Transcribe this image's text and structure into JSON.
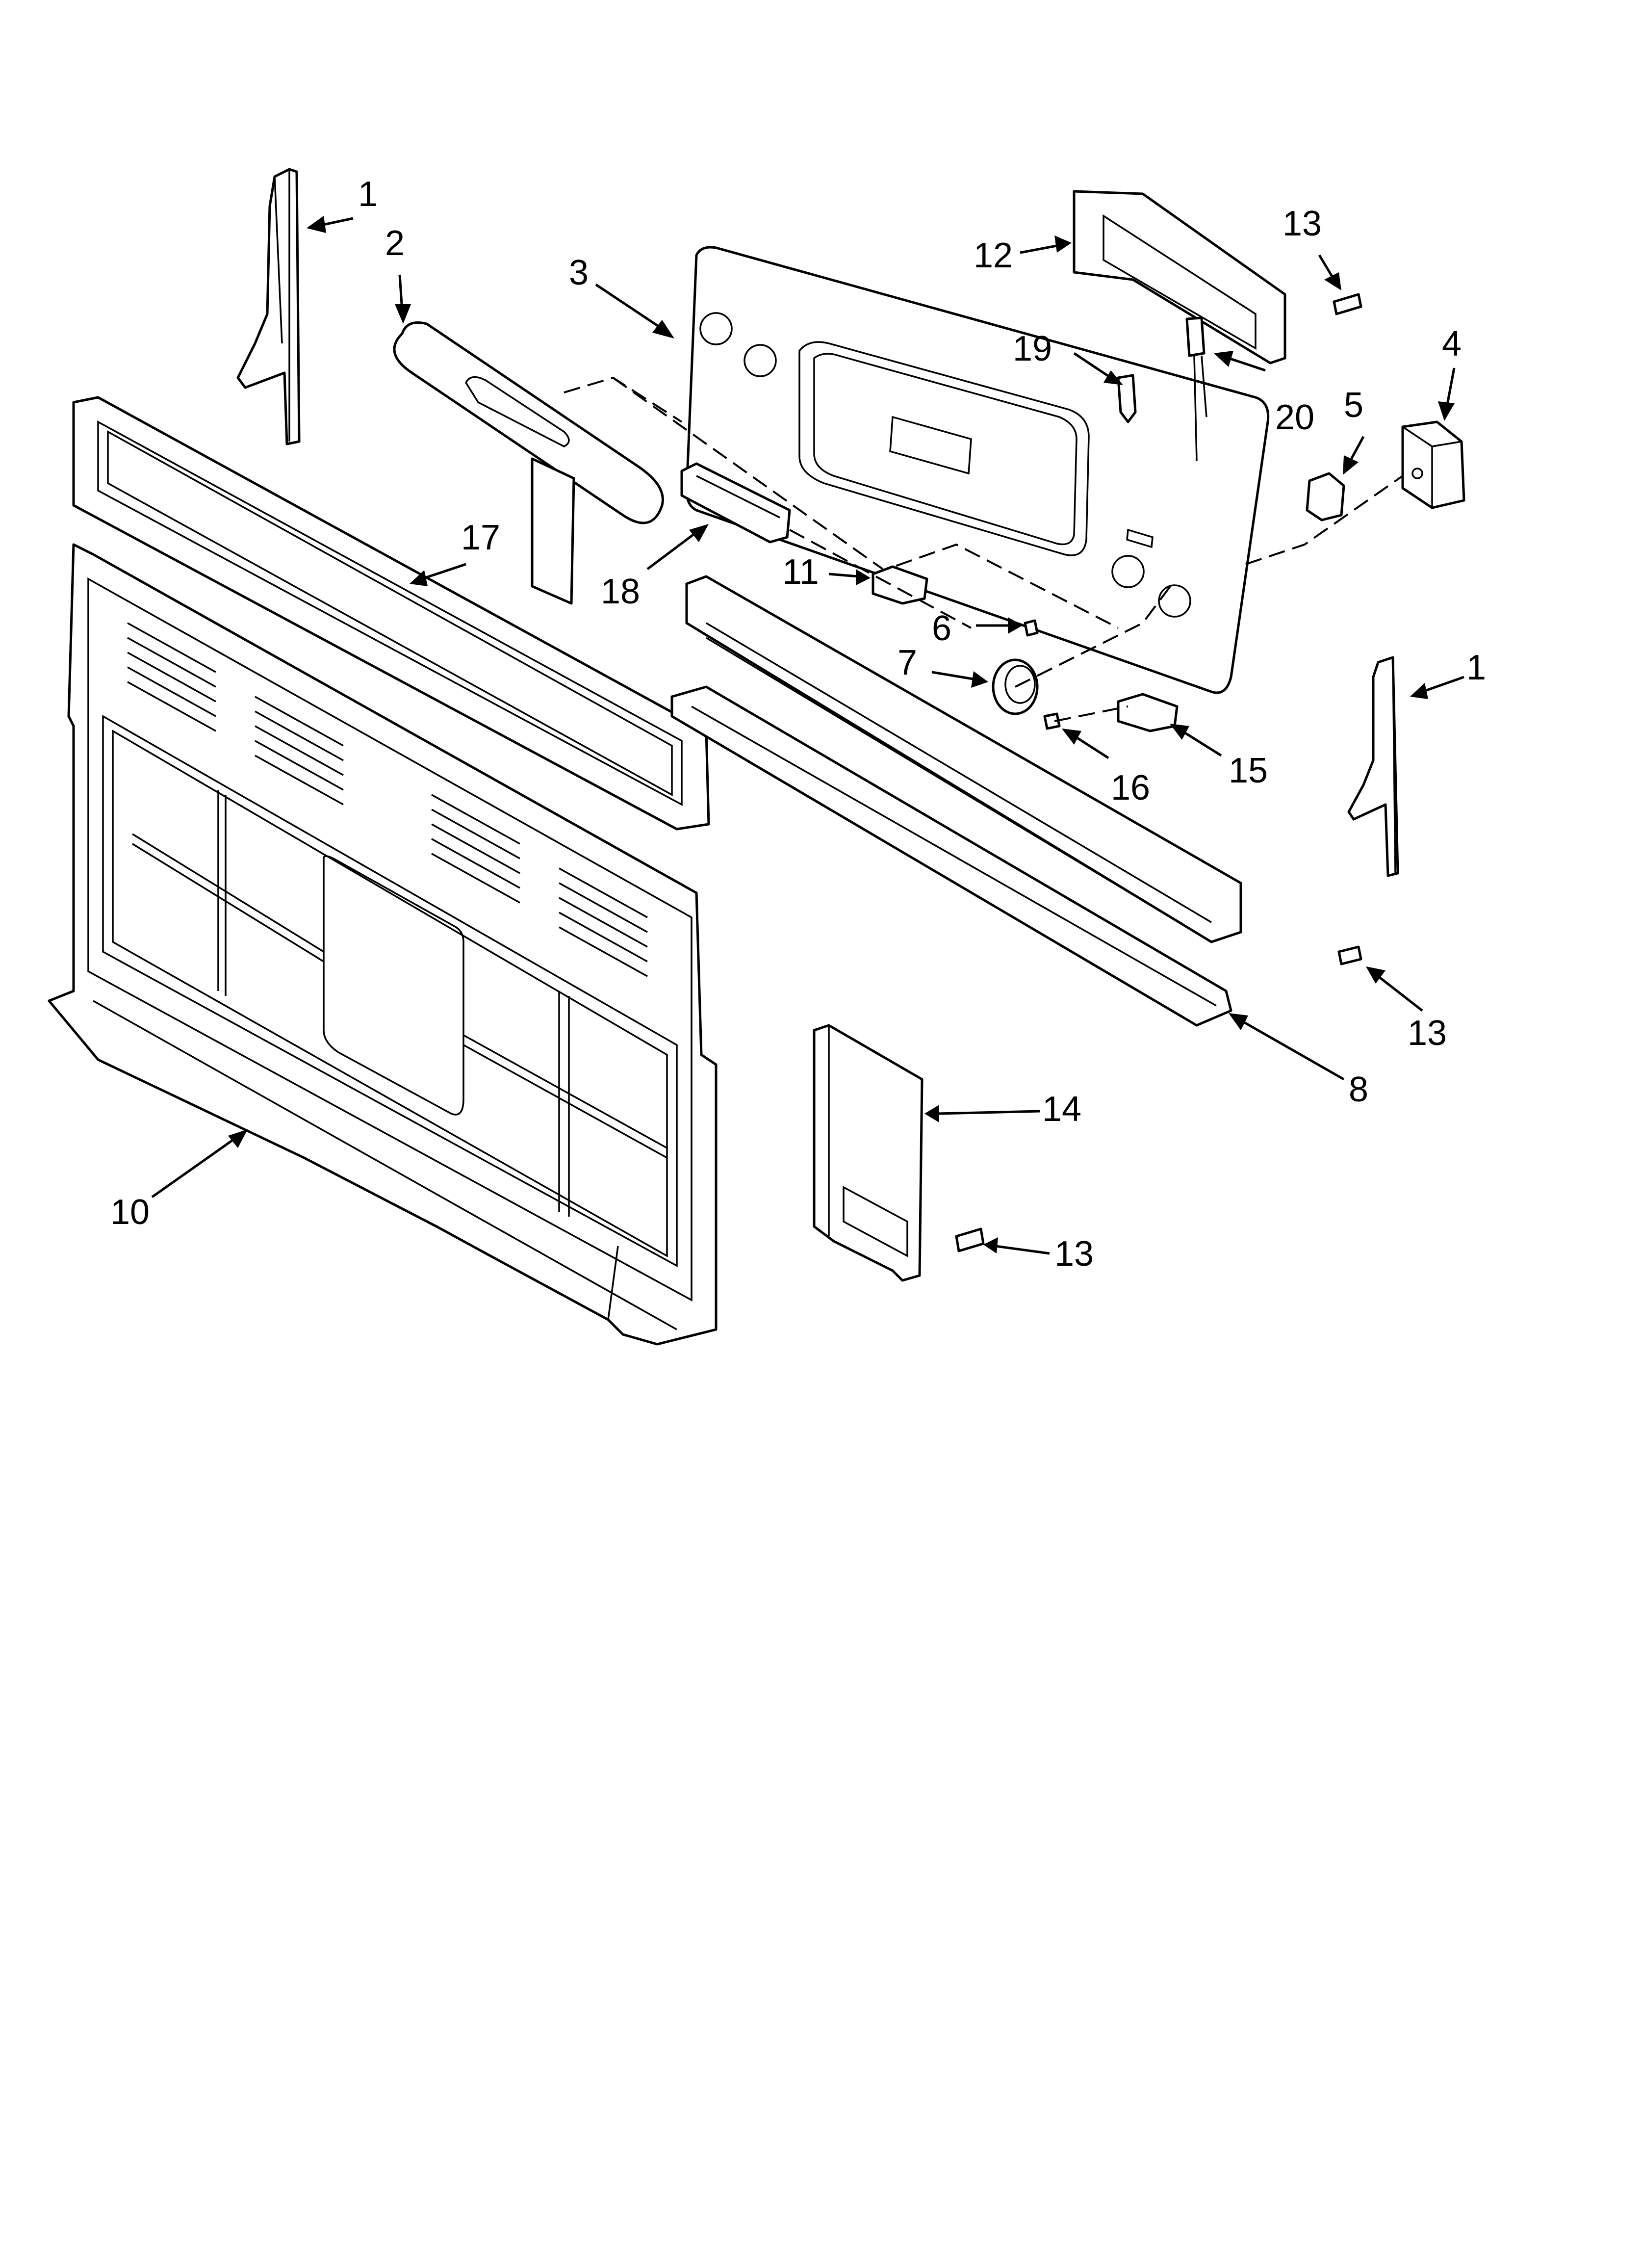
{
  "diagram": {
    "type": "exploded parts diagram",
    "callouts": [
      {
        "id": "c1a",
        "text": "1"
      },
      {
        "id": "c2",
        "text": "2"
      },
      {
        "id": "c3",
        "text": "3"
      },
      {
        "id": "c12",
        "text": "12"
      },
      {
        "id": "c13a",
        "text": "13"
      },
      {
        "id": "c19",
        "text": "19"
      },
      {
        "id": "c20",
        "text": "20"
      },
      {
        "id": "c4",
        "text": "4"
      },
      {
        "id": "c5",
        "text": "5"
      },
      {
        "id": "c17",
        "text": "17"
      },
      {
        "id": "c18",
        "text": "18"
      },
      {
        "id": "c11",
        "text": "11"
      },
      {
        "id": "c6",
        "text": "6"
      },
      {
        "id": "c7",
        "text": "7"
      },
      {
        "id": "c1b",
        "text": "1"
      },
      {
        "id": "c16",
        "text": "16"
      },
      {
        "id": "c15",
        "text": "15"
      },
      {
        "id": "c13b",
        "text": "13"
      },
      {
        "id": "c8",
        "text": "8"
      },
      {
        "id": "c14",
        "text": "14"
      },
      {
        "id": "c10",
        "text": "10"
      },
      {
        "id": "c13c",
        "text": "13"
      }
    ]
  }
}
